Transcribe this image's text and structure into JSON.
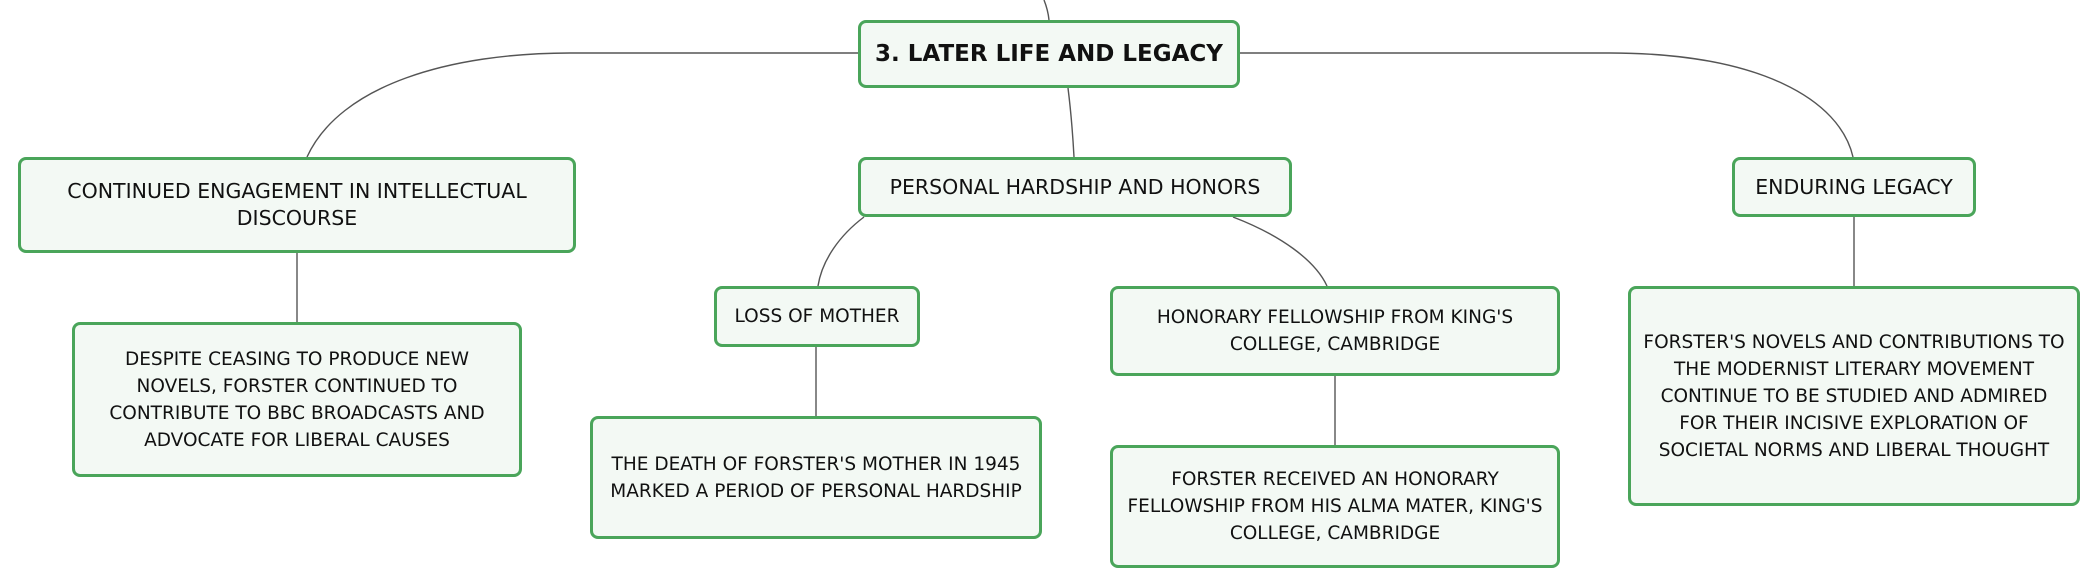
{
  "diagram": {
    "root": {
      "label": "3. LATER LIFE AND LEGACY"
    },
    "branches": [
      {
        "label": "CONTINUED ENGAGEMENT IN INTELLECTUAL DISCOURSE",
        "detail": "DESPITE CEASING TO PRODUCE NEW NOVELS, FORSTER CONTINUED TO CONTRIBUTE TO BBC BROADCASTS AND ADVOCATE FOR LIBERAL CAUSES"
      },
      {
        "label": "PERSONAL HARDSHIP AND HONORS",
        "children": [
          {
            "label": "LOSS OF MOTHER",
            "detail": "THE DEATH OF FORSTER'S MOTHER IN 1945 MARKED A PERIOD OF PERSONAL HARDSHIP"
          },
          {
            "label": "HONORARY FELLOWSHIP FROM KING'S COLLEGE, CAMBRIDGE",
            "detail": "FORSTER RECEIVED AN HONORARY FELLOWSHIP FROM HIS ALMA MATER, KING'S COLLEGE, CAMBRIDGE"
          }
        ]
      },
      {
        "label": "ENDURING LEGACY",
        "detail": "FORSTER'S NOVELS AND CONTRIBUTIONS TO THE MODERNIST LITERARY MOVEMENT CONTINUE TO BE STUDIED AND ADMIRED FOR THEIR INCISIVE EXPLORATION OF SOCIETAL NORMS AND LIBERAL THOUGHT"
      }
    ]
  }
}
